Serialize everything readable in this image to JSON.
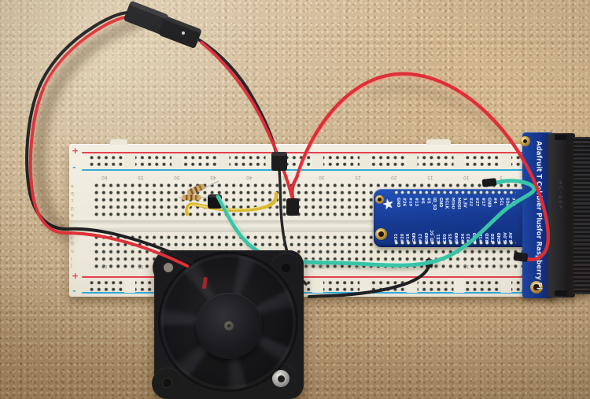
{
  "scene_title": "Breadboard with Adafruit T-Cobbler Plus, cooling fan and jumper wires on carpet",
  "breadboard": {
    "column_labels": [
      "60",
      "55",
      "50",
      "45",
      "40",
      "35",
      "30",
      "25",
      "20",
      "15",
      "10",
      "5"
    ],
    "row_letters_top": [
      "a",
      "b",
      "c",
      "d",
      "e"
    ],
    "row_letters_bottom": [
      "f",
      "g",
      "h",
      "i",
      "j"
    ],
    "rail_positive": "+",
    "rail_negative": "-"
  },
  "cobbler": {
    "side_text_line1": "Adafruit T Cobbler Plus",
    "side_text_line2": "for Raspberry Pi",
    "pin_labels_top": [
      "GND",
      "#26",
      "#19",
      "#13",
      "#6",
      "#5",
      "ID_SD",
      "GND",
      "SCLK",
      "MISO",
      "MOSI",
      "3.3V",
      "#22",
      "#27",
      "#17",
      "GND",
      "#4",
      "SCL",
      "SDA",
      "3V3"
    ],
    "pin_labels_bottom": [
      "#21",
      "#20",
      "#16",
      "GND",
      "#12",
      "GND",
      "ID_SC",
      "CE1",
      "CE0",
      "#25",
      "GND",
      "#24",
      "#23",
      "GND",
      "#18",
      "RXD",
      "TXD",
      "GND",
      "5.0V",
      "5.0V"
    ]
  },
  "idc_connector": {
    "marking": "HC-40P"
  },
  "colors": {
    "carpet": "#c8ab83",
    "breadboard": "#efebdd",
    "rail_red_line": "#e2404e",
    "rail_blue_line": "#35a9d9",
    "pcb_blue": "#16388f",
    "wire_red": "#df2f39",
    "wire_black": "#232327",
    "wire_teal": "#38c4a8",
    "wire_yellow": "#e3c23c",
    "resistor_body": "#c9a96e",
    "fan_body": "#1b1b1e"
  }
}
